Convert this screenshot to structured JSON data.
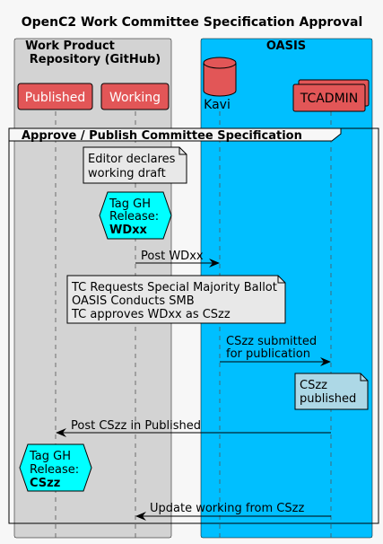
{
  "title": "OpenC2 Work Committee Specification Approval",
  "boxes": {
    "repo": {
      "line1": "Work Product",
      "line2": "Repository (GitHub)",
      "fill": "#d3d3d3"
    },
    "oasis": {
      "label": "OASIS",
      "fill": "#00bfff"
    }
  },
  "participants": {
    "published": "Published",
    "working": "Working",
    "kavi": "Kavi",
    "tcadmin": "TCADMIN"
  },
  "group": {
    "label": "Approve / Publish Committee Specification"
  },
  "notes": {
    "editor": {
      "line1": "Editor declares",
      "line2": "working draft"
    },
    "tc": {
      "line1": "TC Requests Special Majority Ballot",
      "line2": "OASIS Conducts SMB",
      "line3": "TC approves WDxx as CSzz"
    },
    "cszz": {
      "line1": "CSzz",
      "line2": "published"
    }
  },
  "hexagons": {
    "wd": {
      "line1": "Tag GH",
      "line2": "Release:",
      "line3": "WDxx"
    },
    "cs": {
      "line1": "Tag GH",
      "line2": "Release:",
      "line3": "CSzz"
    }
  },
  "messages": {
    "post_wd": "Post WDxx",
    "submitted_1": "CSzz submitted",
    "submitted_2": "for publication",
    "post_cs": "Post CSzz in Published",
    "update": "Update working from CSzz"
  },
  "colors": {
    "participant": "#e25657",
    "hexagon": "#00ffff",
    "note": "#e8e8e8",
    "note_cszz": "#add8e6"
  }
}
